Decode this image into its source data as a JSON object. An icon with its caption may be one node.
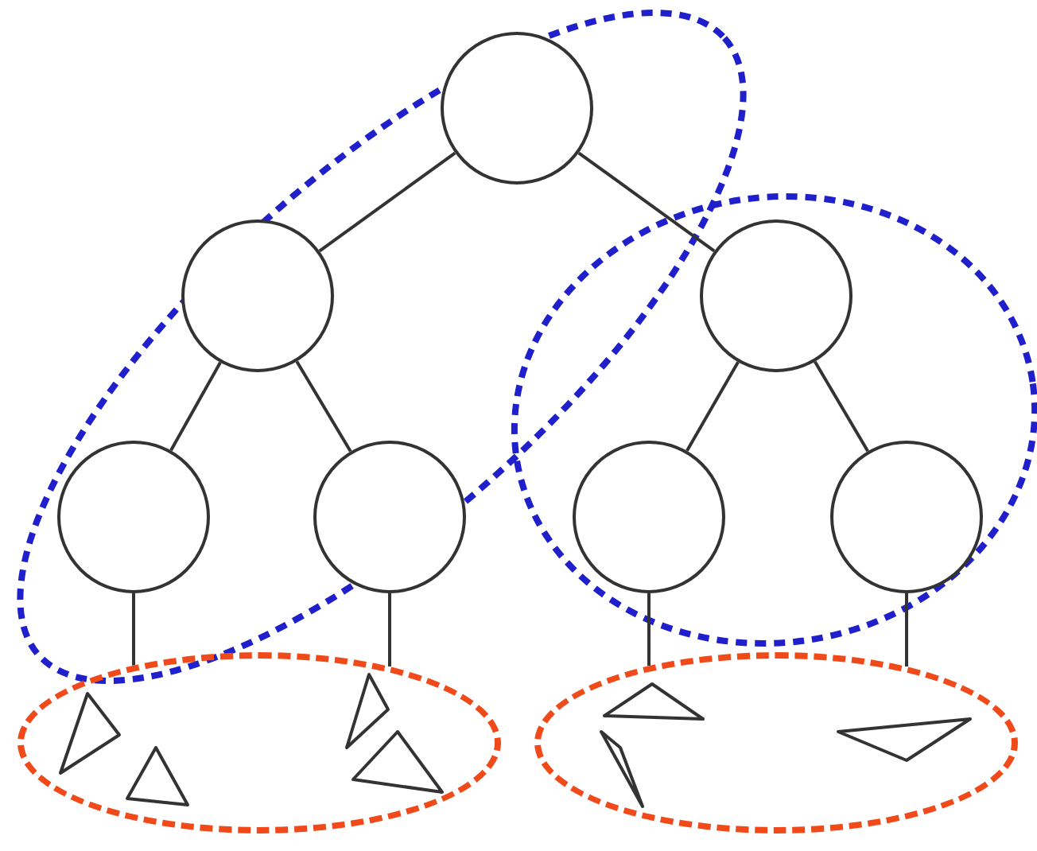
{
  "diagram": {
    "nodes": [
      {
        "text": [],
        "shape": "circle"
      },
      {
        "text": [],
        "shape": "circle"
      },
      {
        "text": [],
        "shape": "circle"
      },
      {
        "text": [],
        "shape": "circle"
      },
      {
        "text": [],
        "shape": "circle"
      },
      {
        "text": [],
        "shape": "circle"
      },
      {
        "text": [],
        "shape": "circle"
      },
      {
        "text": [],
        "shape": "ellipse"
      },
      {
        "text": [],
        "shape": "ellipse"
      }
    ],
    "edges": [
      {
        "from": 0,
        "to": 1,
        "arrow": "none"
      },
      {
        "from": 0,
        "to": 2,
        "arrow": "none"
      },
      {
        "from": 1,
        "to": 3,
        "arrow": "none"
      },
      {
        "from": 1,
        "to": 4,
        "arrow": "none"
      },
      {
        "from": 2,
        "to": 5,
        "arrow": "none"
      },
      {
        "from": 2,
        "to": 6,
        "arrow": "none"
      },
      {
        "from": 3,
        "to": 7,
        "arrow": "none"
      },
      {
        "from": 4,
        "to": 7,
        "arrow": "none"
      },
      {
        "from": 5,
        "to": 8,
        "arrow": "none"
      },
      {
        "from": 6,
        "to": 8,
        "arrow": "none"
      }
    ]
  }
}
